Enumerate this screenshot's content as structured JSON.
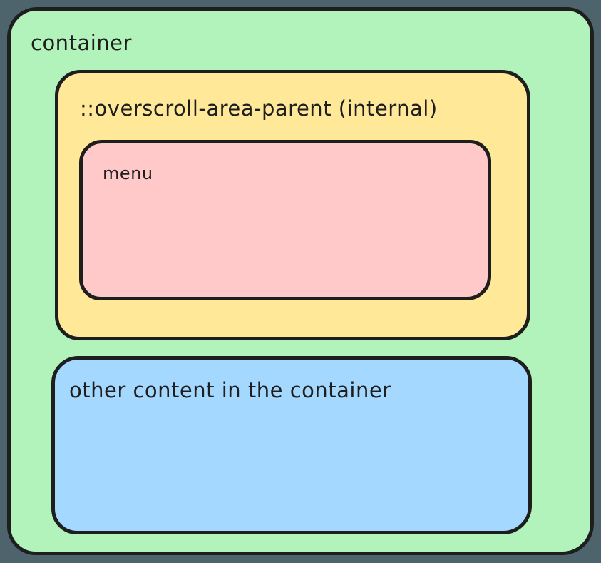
{
  "diagram": {
    "style": "hand-drawn nested rounded rectangles",
    "colors": {
      "page_background": "#4d646d",
      "stroke": "#1e1e1e",
      "text": "#1e1e1e",
      "container_fill": "#b2f2bb",
      "overscroll_parent_fill": "#ffe999",
      "menu_fill": "#ffc9c9",
      "other_content_fill": "#a5d8ff"
    },
    "container": {
      "label": "container"
    },
    "overscroll_parent": {
      "label": "::overscroll-area-parent (internal)"
    },
    "menu": {
      "label": "menu"
    },
    "other_content": {
      "label": "other content in the container"
    }
  }
}
